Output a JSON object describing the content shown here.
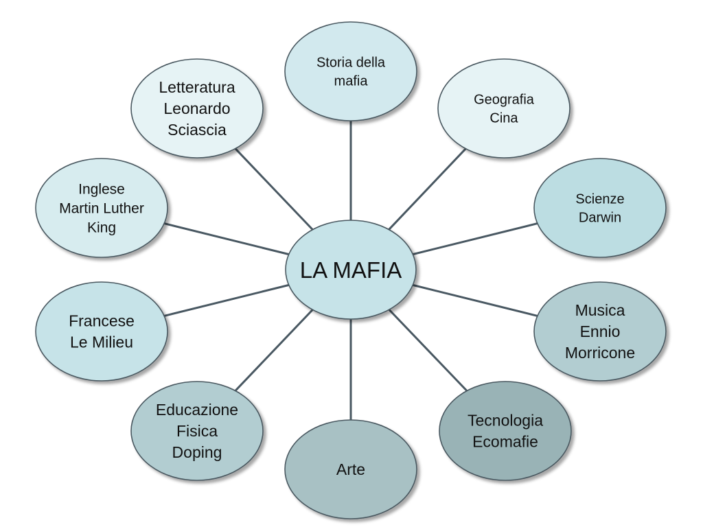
{
  "center": {
    "label": "LA MAFIA",
    "color": "#c6e3e8"
  },
  "nodes": [
    {
      "id": "storia",
      "lines": [
        "Storia della",
        "mafia"
      ],
      "color": "#d2e9ee"
    },
    {
      "id": "geografia",
      "lines": [
        "Geografia",
        "Cina"
      ],
      "color": "#e6f3f5"
    },
    {
      "id": "scienze",
      "lines": [
        "Scienze",
        "Darwin"
      ],
      "color": "#bcdde2"
    },
    {
      "id": "musica",
      "lines": [
        "Musica",
        "Ennio",
        "Morricone"
      ],
      "color": "#b2cdd1"
    },
    {
      "id": "tecnologia",
      "lines": [
        "Tecnologia",
        "Ecomafie"
      ],
      "color": "#99b3b6"
    },
    {
      "id": "arte",
      "lines": [
        "Arte"
      ],
      "color": "#a8c1c4"
    },
    {
      "id": "educazione",
      "lines": [
        "Educazione",
        "Fisica",
        "Doping"
      ],
      "color": "#b2cdd1"
    },
    {
      "id": "francese",
      "lines": [
        "Francese",
        "Le Milieu"
      ],
      "color": "#c6e3e8"
    },
    {
      "id": "inglese",
      "lines": [
        "Inglese",
        "Martin Luther",
        "King"
      ],
      "color": "#d7ecef"
    },
    {
      "id": "letteratura",
      "lines": [
        "Letteratura",
        "Leonardo",
        "Sciascia"
      ],
      "color": "#e6f3f5"
    }
  ]
}
